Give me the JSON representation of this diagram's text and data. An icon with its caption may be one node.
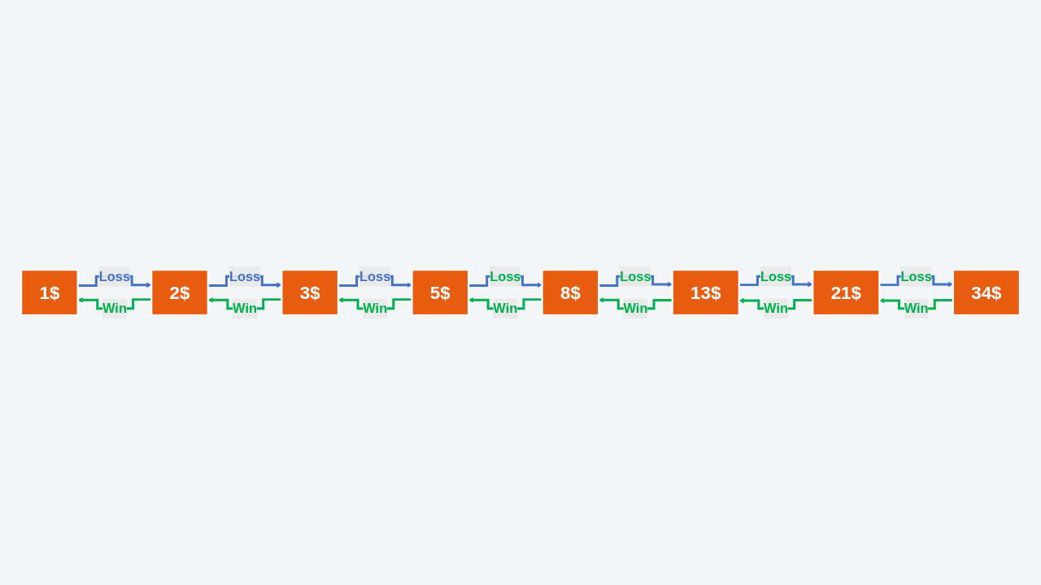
{
  "diagram": {
    "nodes": [
      {
        "text": [
          "1$"
        ]
      },
      {
        "text": [
          "2$"
        ]
      },
      {
        "text": [
          "3$"
        ]
      },
      {
        "text": [
          "5$"
        ]
      },
      {
        "text": [
          "8$"
        ]
      },
      {
        "text": [
          "13$"
        ]
      },
      {
        "text": [
          "21$"
        ]
      },
      {
        "text": [
          "34$"
        ]
      }
    ],
    "edges": [
      {
        "from": 0,
        "to": 1,
        "arrow": "to",
        "label": "Loss",
        "color": "#4472c4"
      },
      {
        "from": 1,
        "to": 2,
        "arrow": "to",
        "label": "Loss",
        "color": "#4472c4"
      },
      {
        "from": 2,
        "to": 3,
        "arrow": "to",
        "label": "Loss",
        "color": "#4472c4"
      },
      {
        "from": 3,
        "to": 4,
        "arrow": "to",
        "label": "Loss",
        "color": "#4472c4"
      },
      {
        "from": 4,
        "to": 5,
        "arrow": "to",
        "label": "Loss",
        "color": "#4472c4"
      },
      {
        "from": 5,
        "to": 6,
        "arrow": "to",
        "label": "Loss",
        "color": "#4472c4"
      },
      {
        "from": 6,
        "to": 7,
        "arrow": "to",
        "label": "Loss",
        "color": "#4472c4"
      },
      {
        "from": 1,
        "to": 0,
        "arrow": "to",
        "label": "Win",
        "color": "#00b050"
      },
      {
        "from": 2,
        "to": 1,
        "arrow": "to",
        "label": "Win",
        "color": "#00b050"
      },
      {
        "from": 3,
        "to": 2,
        "arrow": "to",
        "label": "Win",
        "color": "#00b050"
      },
      {
        "from": 4,
        "to": 3,
        "arrow": "to",
        "label": "Win",
        "color": "#00b050"
      },
      {
        "from": 5,
        "to": 4,
        "arrow": "to",
        "label": "Win",
        "color": "#00b050"
      },
      {
        "from": 6,
        "to": 5,
        "arrow": "to",
        "label": "Win",
        "color": "#00b050"
      },
      {
        "from": 7,
        "to": 6,
        "arrow": "to",
        "label": "Win",
        "color": "#00b050"
      }
    ]
  }
}
